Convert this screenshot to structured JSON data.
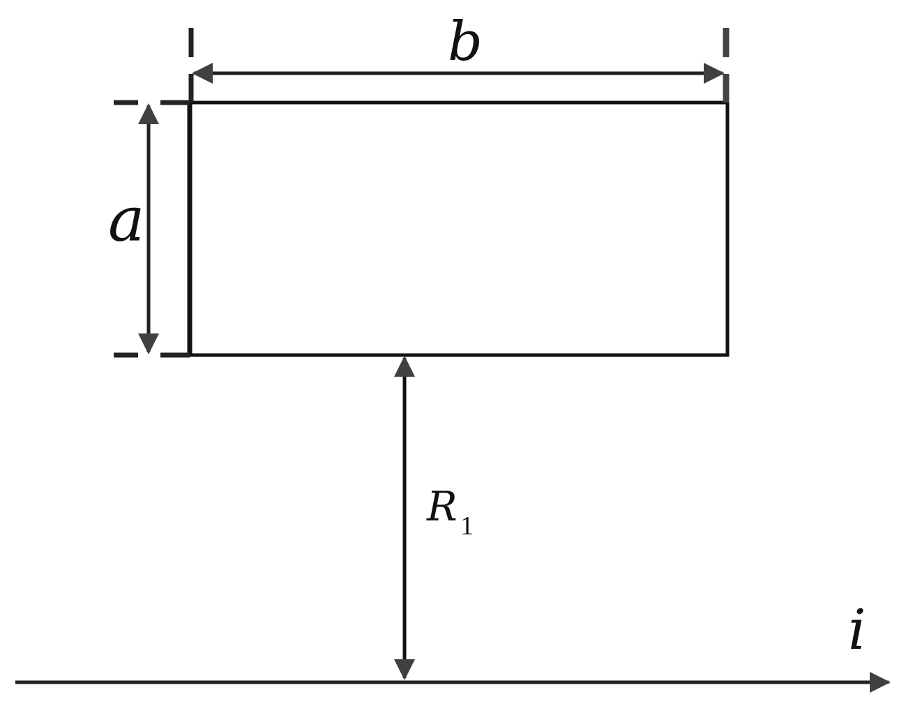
{
  "labels": {
    "width": "b",
    "height": "a",
    "distance": "R",
    "distance_subscript": "1",
    "current": "i"
  },
  "colors": {
    "rectangle": "#111111",
    "arrows": "#404040",
    "background": "#ffffff"
  }
}
